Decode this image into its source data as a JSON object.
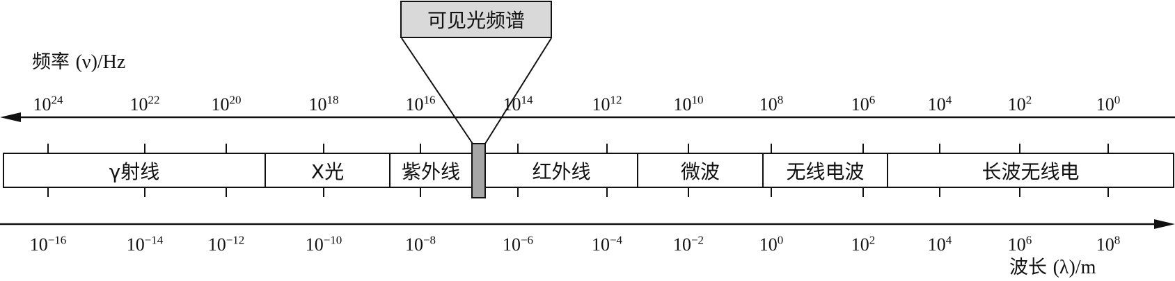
{
  "visible_box_label": "可见光频谱",
  "frequency_axis": {
    "label_prefix": "频率",
    "label_symbol": "(ν)/Hz",
    "ticks": [
      {
        "base": "10",
        "exp": "24"
      },
      {
        "base": "10",
        "exp": "22"
      },
      {
        "base": "10",
        "exp": "20"
      },
      {
        "base": "10",
        "exp": "18"
      },
      {
        "base": "10",
        "exp": "16"
      },
      {
        "base": "10",
        "exp": "14"
      },
      {
        "base": "10",
        "exp": "12"
      },
      {
        "base": "10",
        "exp": "10"
      },
      {
        "base": "10",
        "exp": "8"
      },
      {
        "base": "10",
        "exp": "6"
      },
      {
        "base": "10",
        "exp": "4"
      },
      {
        "base": "10",
        "exp": "2"
      },
      {
        "base": "10",
        "exp": "0"
      }
    ]
  },
  "wavelength_axis": {
    "label_prefix": "波长",
    "label_symbol": "(λ)/m",
    "ticks": [
      {
        "base": "10",
        "exp": "−16"
      },
      {
        "base": "10",
        "exp": "−14"
      },
      {
        "base": "10",
        "exp": "−12"
      },
      {
        "base": "10",
        "exp": "−10"
      },
      {
        "base": "10",
        "exp": "−8"
      },
      {
        "base": "10",
        "exp": "−6"
      },
      {
        "base": "10",
        "exp": "−4"
      },
      {
        "base": "10",
        "exp": "−2"
      },
      {
        "base": "10",
        "exp": "0"
      },
      {
        "base": "10",
        "exp": "2"
      },
      {
        "base": "10",
        "exp": "4"
      },
      {
        "base": "10",
        "exp": "6"
      },
      {
        "base": "10",
        "exp": "8"
      }
    ]
  },
  "bands": [
    {
      "name": "γ射线"
    },
    {
      "name": "X光"
    },
    {
      "name": "紫外线"
    },
    {
      "name": "红外线"
    },
    {
      "name": "微波"
    },
    {
      "name": "无线电波"
    },
    {
      "name": "长波无线电"
    }
  ]
}
